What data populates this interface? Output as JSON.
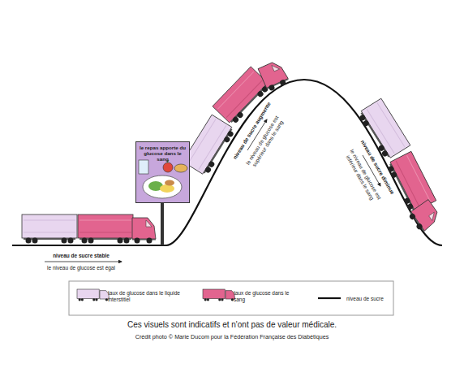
{
  "diagram": {
    "caption": "Ces visuels sont indicatifs et n'ont pas de valeur médicale.",
    "nodes": [
      {
        "text": [
          "le repas apporte du glucose dans le sang"
        ]
      }
    ],
    "labels": [
      "niveau de sucre stable",
      "le niveau de glucose est égal",
      "niveau de sucre augmente",
      "le niveau de glucose est supérieur dans le sang",
      "niveau de sucre diminue",
      "le niveau de glucose est inférieur dans le sang",
      "Crédit photo © Marie Ducom pour la Fédération Française des Diabétiques"
    ],
    "legend": [
      {
        "text": "taux de glucose dans le liquide interstitiel",
        "color": "#e8d6ef"
      },
      {
        "text": "taux de glucose dans le sang",
        "color": "#e2648f"
      },
      {
        "text": "niveau de sucre"
      }
    ]
  }
}
